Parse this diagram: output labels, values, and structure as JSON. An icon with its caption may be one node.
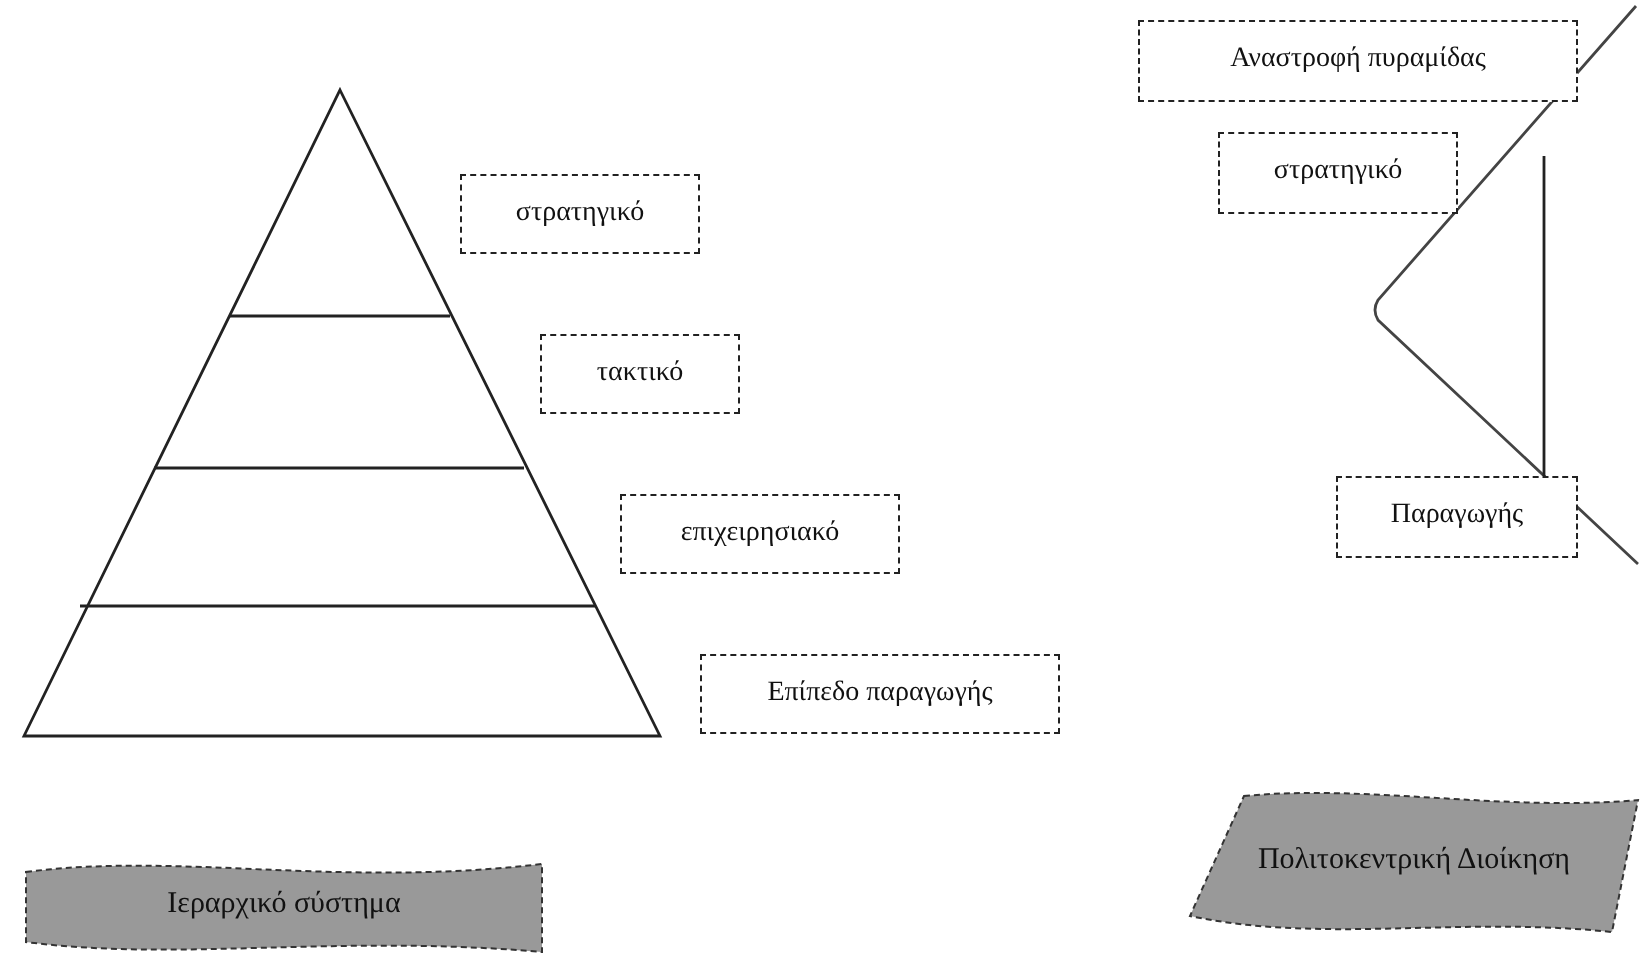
{
  "diagram": {
    "nodes": [
      {
        "text": [
          "στρατηγικό"
        ]
      },
      {
        "text": [
          "τακτικό"
        ]
      },
      {
        "text": [
          "επιχειρησιακό"
        ]
      },
      {
        "text": [
          "Επίπεδο παραγωγής"
        ]
      },
      {
        "text": [
          "Αναστροφή πυραμίδας"
        ]
      },
      {
        "text": [
          "στρατηγικό"
        ]
      },
      {
        "text": [
          "Παραγωγής"
        ]
      },
      {
        "text": [
          "Ιεραρχικό σύστημα"
        ]
      },
      {
        "text": [
          "Πολιτοκεντρική Διοίκηση"
        ]
      }
    ]
  }
}
